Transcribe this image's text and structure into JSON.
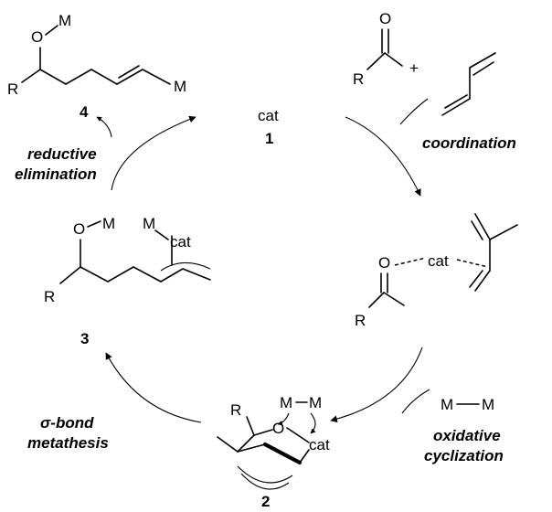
{
  "atoms": {
    "o": "O",
    "m": "M",
    "r": "R",
    "cat": "cat"
  },
  "compounds": {
    "c1": "1",
    "c2": "2",
    "c3": "3",
    "c4": "4"
  },
  "reagents": {
    "plus": "+",
    "mm_left": "M",
    "mm_right": "M"
  },
  "steps": {
    "coordination": "coordination",
    "oxidative_1": "oxidative",
    "oxidative_2": "cyclization",
    "sigma_1": "σ-bond",
    "sigma_2": "metathesis",
    "reductive_1": "reductive",
    "reductive_2": "elimination"
  }
}
